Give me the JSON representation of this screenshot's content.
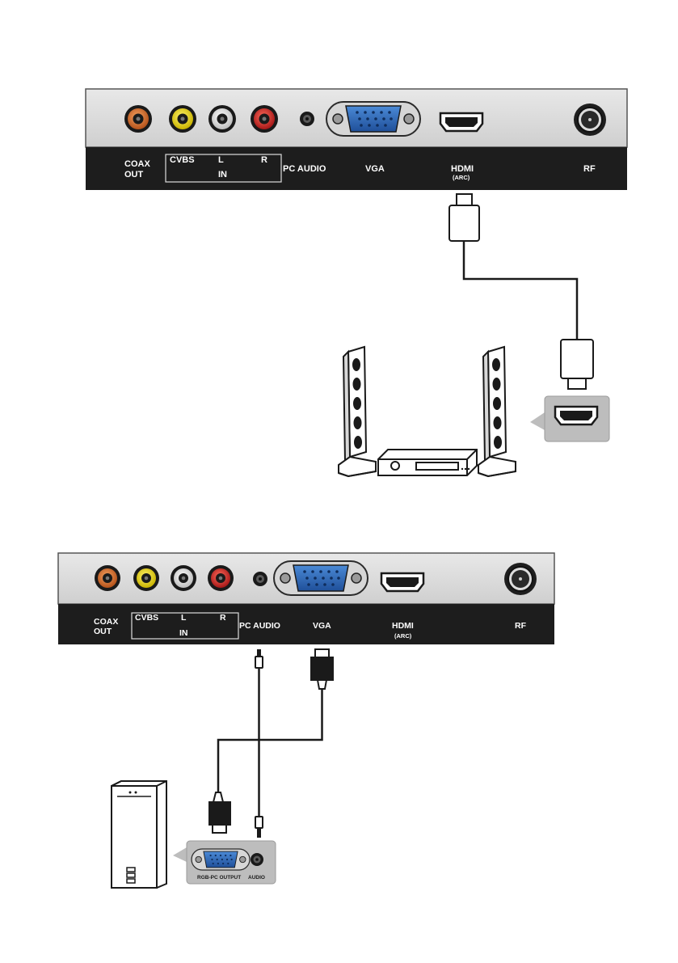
{
  "panel": {
    "coax_out": [
      "COAX",
      "OUT"
    ],
    "cvbs": "CVBS",
    "left": "L",
    "right": "R",
    "in": "IN",
    "pc_audio": "PC AUDIO",
    "vga": "VGA",
    "hdmi": "HDMI",
    "arc": "(ARC)",
    "rf": "RF"
  },
  "pc_panel": {
    "rgb_output": "RGB-PC OUTPUT",
    "audio": "AUDIO"
  },
  "colors": {
    "coax": "#d9712a",
    "cvbs": "#f2e21c",
    "left": "#ffffff",
    "right": "#d42a2a",
    "vga_blue": "#2f6fbf"
  }
}
